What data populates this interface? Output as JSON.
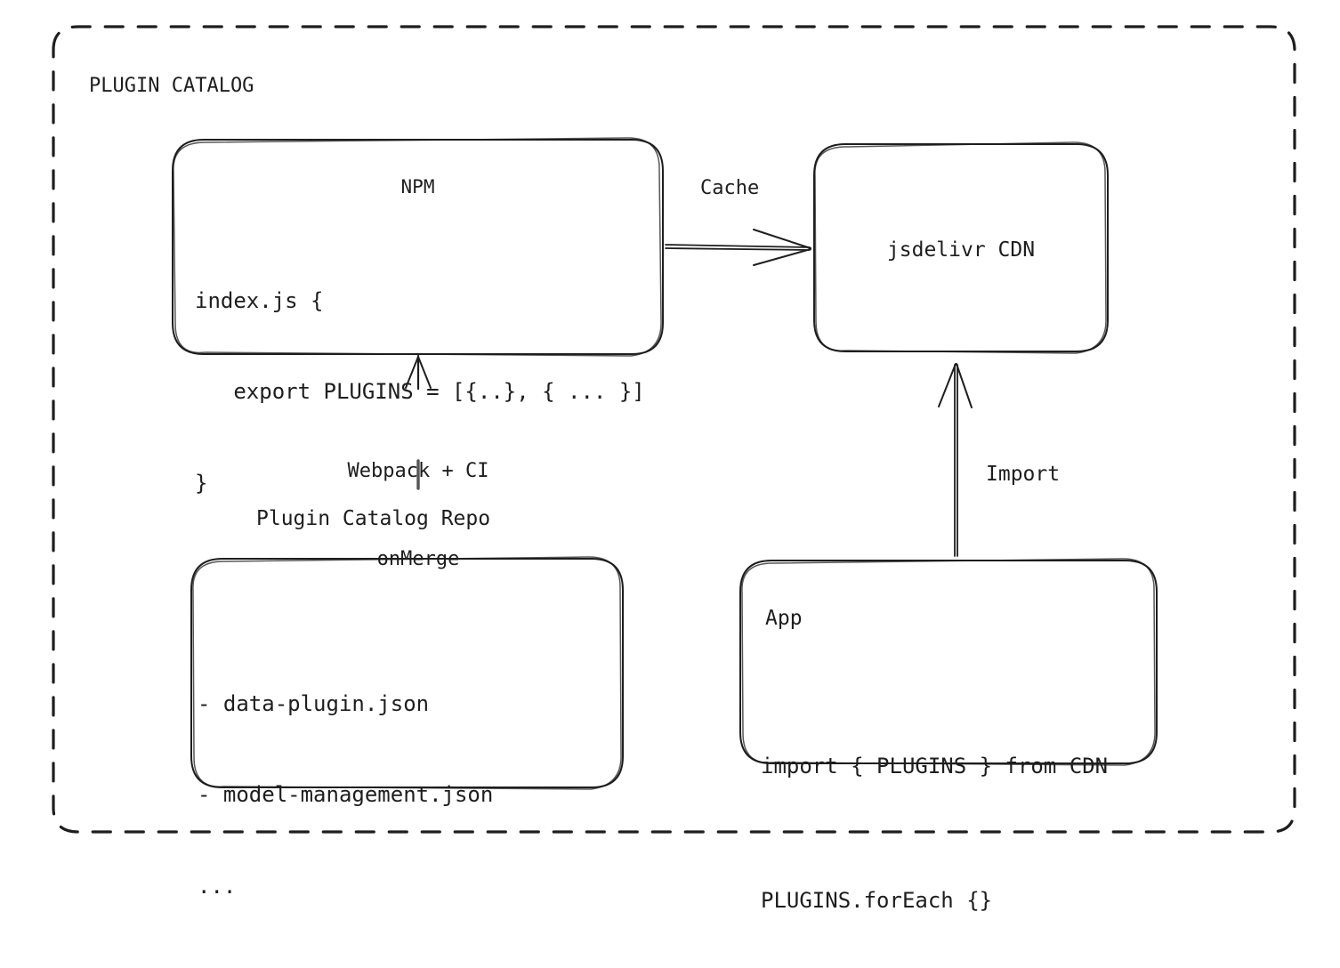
{
  "diagram": {
    "title": "PLUGIN CATALOG",
    "background_color": "#ffffff",
    "stroke_color": "#1e1e1e",
    "style": "hand-drawn"
  },
  "group": {
    "label": "PLUGIN CATALOG",
    "border_style": "dashed"
  },
  "nodes": {
    "npm": {
      "title": "NPM",
      "code_line_1": "index.js {",
      "code_line_2": "   export PLUGINS = [{..}, { ... }]",
      "code_line_3": "}"
    },
    "cdn": {
      "title": "jsdelivr CDN"
    },
    "repo": {
      "caption": "Plugin Catalog Repo",
      "item_1": "- data-plugin.json",
      "item_2": "- model-management.json",
      "item_3": "..."
    },
    "app": {
      "title": "App",
      "code_line_1": "import { PLUGINS } from CDN",
      "code_line_2": "PLUGINS.forEach {}"
    }
  },
  "edges": {
    "cache": {
      "label": "Cache",
      "from": "NPM",
      "to": "jsdelivr CDN"
    },
    "build": {
      "label_line_1": "Webpack + CI",
      "label_line_2": "onMerge",
      "from": "Plugin Catalog Repo",
      "to": "NPM"
    },
    "import": {
      "label": "Import",
      "from": "App",
      "to": "jsdelivr CDN"
    }
  }
}
